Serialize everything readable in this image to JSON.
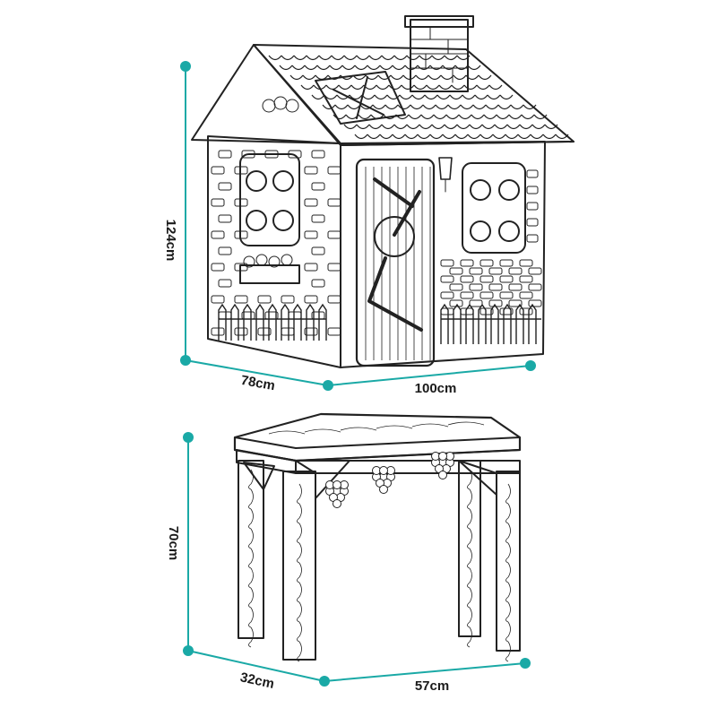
{
  "colors": {
    "dimension_line": "#1aa9a6",
    "outline": "#222222",
    "background": "#ffffff"
  },
  "house": {
    "height_label": "124cm",
    "depth_label": "78cm",
    "width_label": "100cm"
  },
  "table": {
    "height_label": "70cm",
    "depth_label": "32cm",
    "width_label": "57cm"
  }
}
